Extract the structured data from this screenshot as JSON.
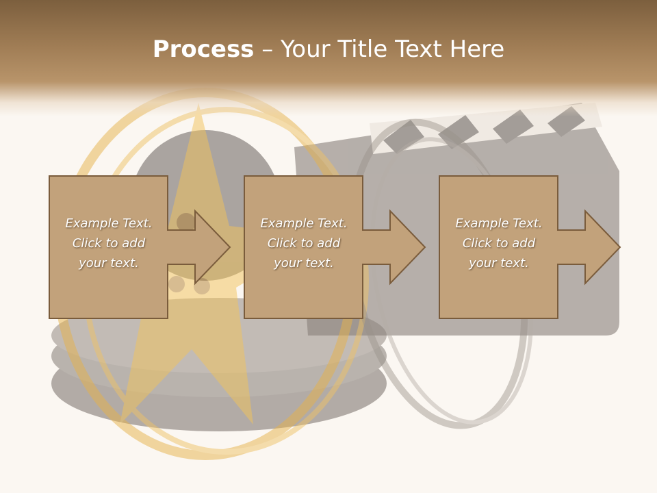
{
  "slide": {
    "title_bold": "Process",
    "title_rest": " – Your Title Text Here"
  },
  "steps": [
    {
      "line1": "Example Text.",
      "line2": "Click  to add",
      "line3": "your text."
    },
    {
      "line1": "Example Text.",
      "line2": "Click  to add",
      "line3": "your text."
    },
    {
      "line1": "Example Text.",
      "line2": "Click  to add",
      "line3": "your text."
    }
  ],
  "colors": {
    "header_top": "#7c5f3e",
    "header_mid": "#b8946a",
    "box_fill": "#c2a27b",
    "box_stroke": "#7a5c3c",
    "background": "#fbf7f2"
  },
  "icons": [
    "film-reel-icon",
    "clapperboard-icon",
    "star-icon"
  ]
}
